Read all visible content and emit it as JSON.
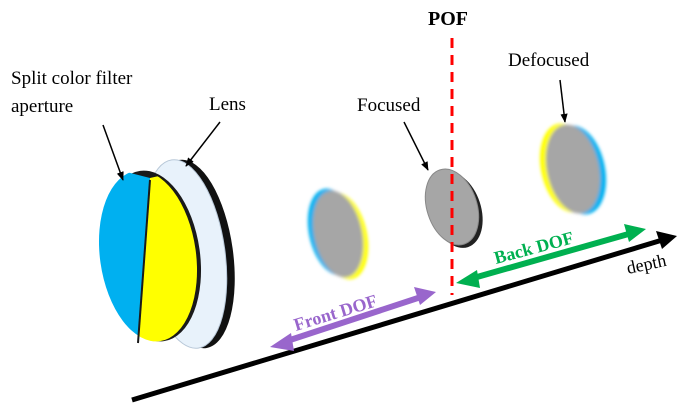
{
  "labels": {
    "filter": "Split color  filter",
    "aperture": "aperture",
    "lens": "Lens",
    "pof": "POF",
    "focused": "Focused",
    "defocused": "Defocused",
    "front_dof": "Front DOF",
    "back_dof": "Back DOF",
    "depth": "depth"
  },
  "colors": {
    "cyan": "#00b0f0",
    "yellow": "#ffff00",
    "gray": "#a6a6a6",
    "lens_fill": "#e8f2fb",
    "pof_line": "#ff0000",
    "front_dof": "#9966cc",
    "back_dof": "#00b050",
    "axis": "#000000"
  },
  "icons": {
    "filter": "split-color-filter-icon",
    "lens": "lens-icon",
    "focused_object": "focused-object-icon",
    "defocused_object": "defocused-object-icon"
  }
}
